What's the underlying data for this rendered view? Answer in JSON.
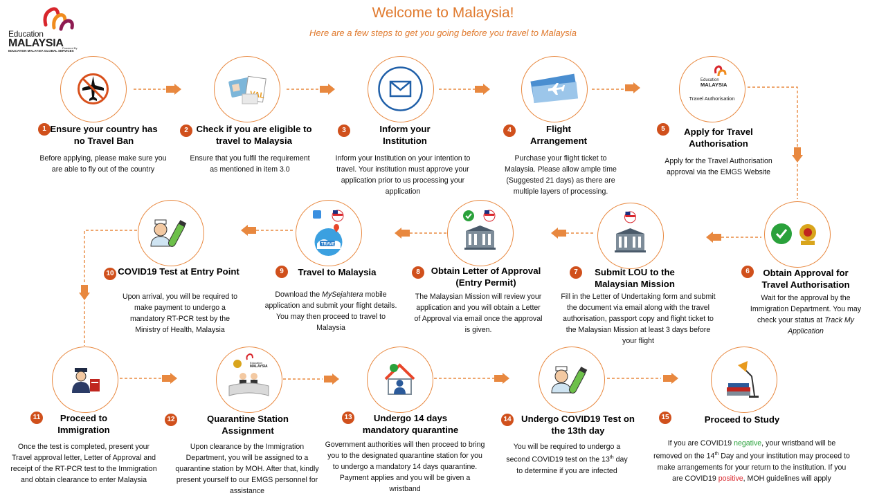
{
  "header": {
    "title": "Welcome to Malaysia!",
    "subtitle": "Here are a few steps to get you going before you travel to Malaysia"
  },
  "logo": {
    "line1": "Education",
    "line2": "MALAYSIA",
    "tagline": "EDUCATION MALAYSIA GLOBAL SERVICES",
    "powered": "Powered By"
  },
  "colors": {
    "accent": "#e8883f",
    "number_badge": "#d0501c",
    "positive": "#2aa13b",
    "negative_word": "#d8262c"
  },
  "steps": [
    {
      "num": "1",
      "title": "Ensure your country has no Travel Ban",
      "icon": "no-flight-icon",
      "desc": "Before applying, please make sure you are able to fly out of the country"
    },
    {
      "num": "2",
      "title": "Check if you are eligible to travel to Malaysia",
      "icon": "visa-documents-icon",
      "desc": "Ensure that you fulfil the requirement as mentioned in item 3.0"
    },
    {
      "num": "3",
      "title": "Inform your Institution",
      "icon": "envelope-icon",
      "desc": "Inform your Institution on your intention to travel. Your institution must approve your application prior to us processing your application"
    },
    {
      "num": "4",
      "title": "Flight Arrangement",
      "icon": "flight-ticket-icon",
      "desc": "Purchase your flight ticket to Malaysia. Please allow ample time (Suggested 21 days) as there are multiple layers of processing."
    },
    {
      "num": "5",
      "title": "Apply for Travel Authorisation",
      "icon": "travel-authorisation-logo-icon",
      "icon_label": "Travel Authorisation",
      "desc": "Apply for the Travel Authorisation approval via the EMGS Website"
    },
    {
      "num": "6",
      "title": "Obtain Approval for Travel Authorisation",
      "icon": "approval-check-icon",
      "desc_plain": "Wait for the approval by the Immigration Department. You may check your status at ",
      "desc_link": "Track My Application"
    },
    {
      "num": "7",
      "title": "Submit LOU to the Malaysian Mission",
      "icon": "embassy-icon",
      "desc": "Fill in the Letter of Undertaking form and submit the document via email along with the travel authorisation, passport copy and flight ticket to the Malaysian Mission at least 3 days before your flight"
    },
    {
      "num": "8",
      "title": "Obtain Letter of Approval (Entry Permit)",
      "icon": "embassy-approved-icon",
      "desc": "The Malaysian Mission will review your application and you will obtain a Letter of Approval via email once the approval is given."
    },
    {
      "num": "9",
      "title": "Travel to Malaysia",
      "icon": "travel-globe-icon",
      "desc_pre": "Download the ",
      "desc_app": "MySejahtera",
      "desc_post": " mobile application and submit your flight details. You may then proceed to travel to Malaysia"
    },
    {
      "num": "10",
      "title": "COVID19 Test at Entry Point",
      "icon": "nurse-test-icon",
      "desc": "Upon arrival, you will be required to make payment to undergo a mandatory RT-PCR test by the Ministry of Health, Malaysia"
    },
    {
      "num": "11",
      "title": "Proceed to Immigration",
      "icon": "immigration-officer-icon",
      "desc": "Once the test is completed, present your Travel approval letter, Letter of Approval and receipt of the RT-PCR test to the Immigration and obtain clearance to enter Malaysia"
    },
    {
      "num": "12",
      "title": "Quarantine Station Assignment",
      "icon": "reception-desk-icon",
      "desc": "Upon clearance by the Immigration Department, you will be assigned to a quarantine station by MOH. After that, kindly present yourself to our EMGS personnel for assistance"
    },
    {
      "num": "13",
      "title": "Undergo 14 days mandatory quarantine",
      "icon": "home-quarantine-icon",
      "desc": "Government authorities will then proceed to bring you to the designated quarantine station for you to undergo a mandatory 14 days quarantine. Payment applies and you will be given a wristband"
    },
    {
      "num": "14",
      "title": "Undergo COVID19 Test on the 13th day",
      "icon": "nurse-test-icon",
      "desc_a": "You will be required to undergo a second COVID19 test on the ",
      "desc_sup_base": "13",
      "desc_sup": "th",
      "desc_b": " day to determine if you are infected"
    },
    {
      "num": "15",
      "title": "Proceed to Study",
      "icon": "study-lamp-books-icon",
      "desc_a": "If you are COVID19 ",
      "desc_neg": "negative",
      "desc_b": ", your wristband will be removed on the ",
      "desc_sup_base": "14",
      "desc_sup": "th",
      "desc_c": " Day and your institution may proceed to make arrangements for your return to the institution. If you are COVID19 ",
      "desc_pos": "positive",
      "desc_d": ", MOH guidelines will apply"
    }
  ]
}
